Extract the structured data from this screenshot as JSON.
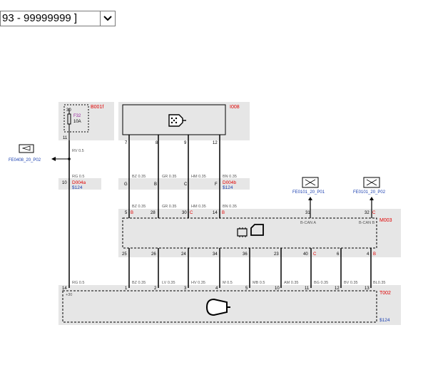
{
  "selector": {
    "value": "93 - 99999999 ]",
    "arrow_icon": "chevron-down-icon"
  },
  "components": {
    "fuse_box": {
      "id": "B001f",
      "terminal": "30",
      "fuse": "F32",
      "rating": "10A",
      "pin": "11"
    },
    "ecu_top": {
      "id": "I008",
      "icon": "connector-plug-icon",
      "pins": [
        "7",
        "8",
        "9",
        "12"
      ]
    },
    "ground_point": {
      "label": "FE0408_20_P02",
      "icon": "ground-connector-icon"
    },
    "can_a": {
      "label": "FE0101_20_P01",
      "icon": "network-node-icon"
    },
    "can_b": {
      "label": "FE0101_20_P02",
      "icon": "network-node-icon"
    },
    "module": {
      "id": "M003",
      "icon": "control-module-icon",
      "can_a": "B-CAN A",
      "can_b": "B-CAN B"
    },
    "lamp": {
      "id": "T002",
      "icon": "lamp-icon",
      "plus30": "+30",
      "code": "$124"
    }
  },
  "connectors": {
    "d004a": {
      "pin": "10",
      "id": "D004a",
      "code": "$124"
    },
    "d004b": {
      "pin": "F",
      "id": "D004b",
      "code": "$124"
    }
  },
  "wires": {
    "supply_rv": "RV 0.5",
    "supply_rg1": "RG 0.5",
    "supply_rg2": "RG 0.5",
    "top": [
      "BZ 0.35",
      "GR 0.35",
      "HM 0.35",
      "BN 0.35"
    ],
    "mid": [
      "BZ 0.35",
      "GR 0.35",
      "HM 0.35",
      "BN 0.35"
    ],
    "bottom": [
      "BZ 0.35",
      "LV 0.35",
      "HV 0.35",
      "M 0.5",
      "MB 0.5",
      "AM 0.35",
      "BG 0.35",
      "BV 0.35",
      "BL0.35"
    ]
  },
  "pins": {
    "d004b_letters": [
      "G",
      "B",
      "C",
      "F"
    ],
    "m003_top": [
      "5",
      "28",
      "30",
      "14",
      "31",
      "32"
    ],
    "m003_top_flags": [
      "B",
      "",
      "C",
      "B",
      "",
      "C"
    ],
    "m003_bottom": [
      "25",
      "26",
      "24",
      "34",
      "36",
      "23",
      "40",
      "6",
      "4"
    ],
    "m003_bottom_flags": [
      "",
      "",
      "",
      "",
      "",
      "",
      "C",
      "",
      "B"
    ],
    "t002_top": [
      "14",
      "1",
      "2",
      "3",
      "4",
      "5",
      "10",
      "11",
      "12",
      "13"
    ]
  }
}
